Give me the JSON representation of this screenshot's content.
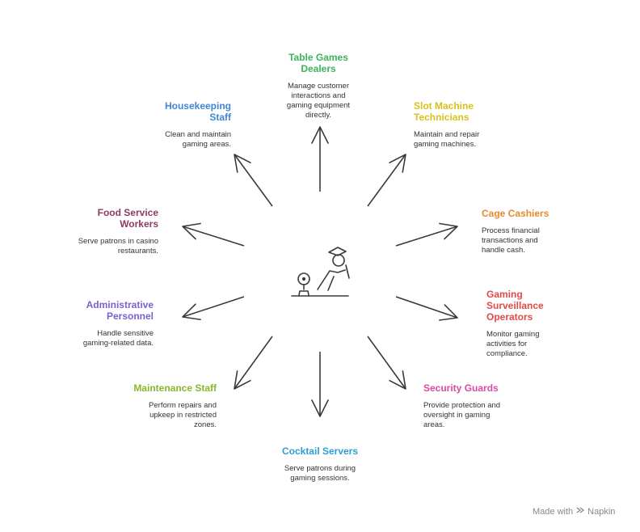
{
  "roles": {
    "table_games": {
      "title": "Table Games\nDealers",
      "desc": "Manage customer\ninteractions and\ngaming equipment\ndirectly.",
      "color": "#3bb45b"
    },
    "slot": {
      "title": "Slot Machine\nTechnicians",
      "desc": "Maintain and repair\ngaming machines.",
      "color": "#d8c21a"
    },
    "cage": {
      "title": "Cage Cashiers",
      "desc": "Process financial\ntransactions and\nhandle cash.",
      "color": "#e8892f"
    },
    "surveillance": {
      "title": "Gaming\nSurveillance\nOperators",
      "desc": "Monitor gaming\nactivities for\ncompliance.",
      "color": "#e04a4a"
    },
    "security": {
      "title": "Security Guards",
      "desc": "Provide protection and\noversight in gaming\nareas.",
      "color": "#d94aa2"
    },
    "cocktail": {
      "title": "Cocktail Servers",
      "desc": "Serve patrons during\ngaming sessions.",
      "color": "#2b9fd6"
    },
    "maintenance": {
      "title": "Maintenance Staff",
      "desc": "Perform repairs and\nupkeep in restricted\nzones.",
      "color": "#8ab52e"
    },
    "administrative": {
      "title": "Administrative\nPersonnel",
      "desc": "Handle sensitive\ngaming-related data.",
      "color": "#7b5fd0"
    },
    "food": {
      "title": "Food Service\nWorkers",
      "desc": "Serve patrons in casino\nrestaurants.",
      "color": "#8e3b62"
    },
    "housekeeping": {
      "title": "Housekeeping\nStaff",
      "desc": "Clean and maintain\ngaming areas.",
      "color": "#3f86d8"
    }
  },
  "footer": {
    "made_with": "Made with",
    "brand": "Napkin"
  },
  "icons": {
    "center": "casino-staff-icon",
    "footer": "napkin-logo-icon"
  },
  "arrow_color": "#3a3a3a"
}
